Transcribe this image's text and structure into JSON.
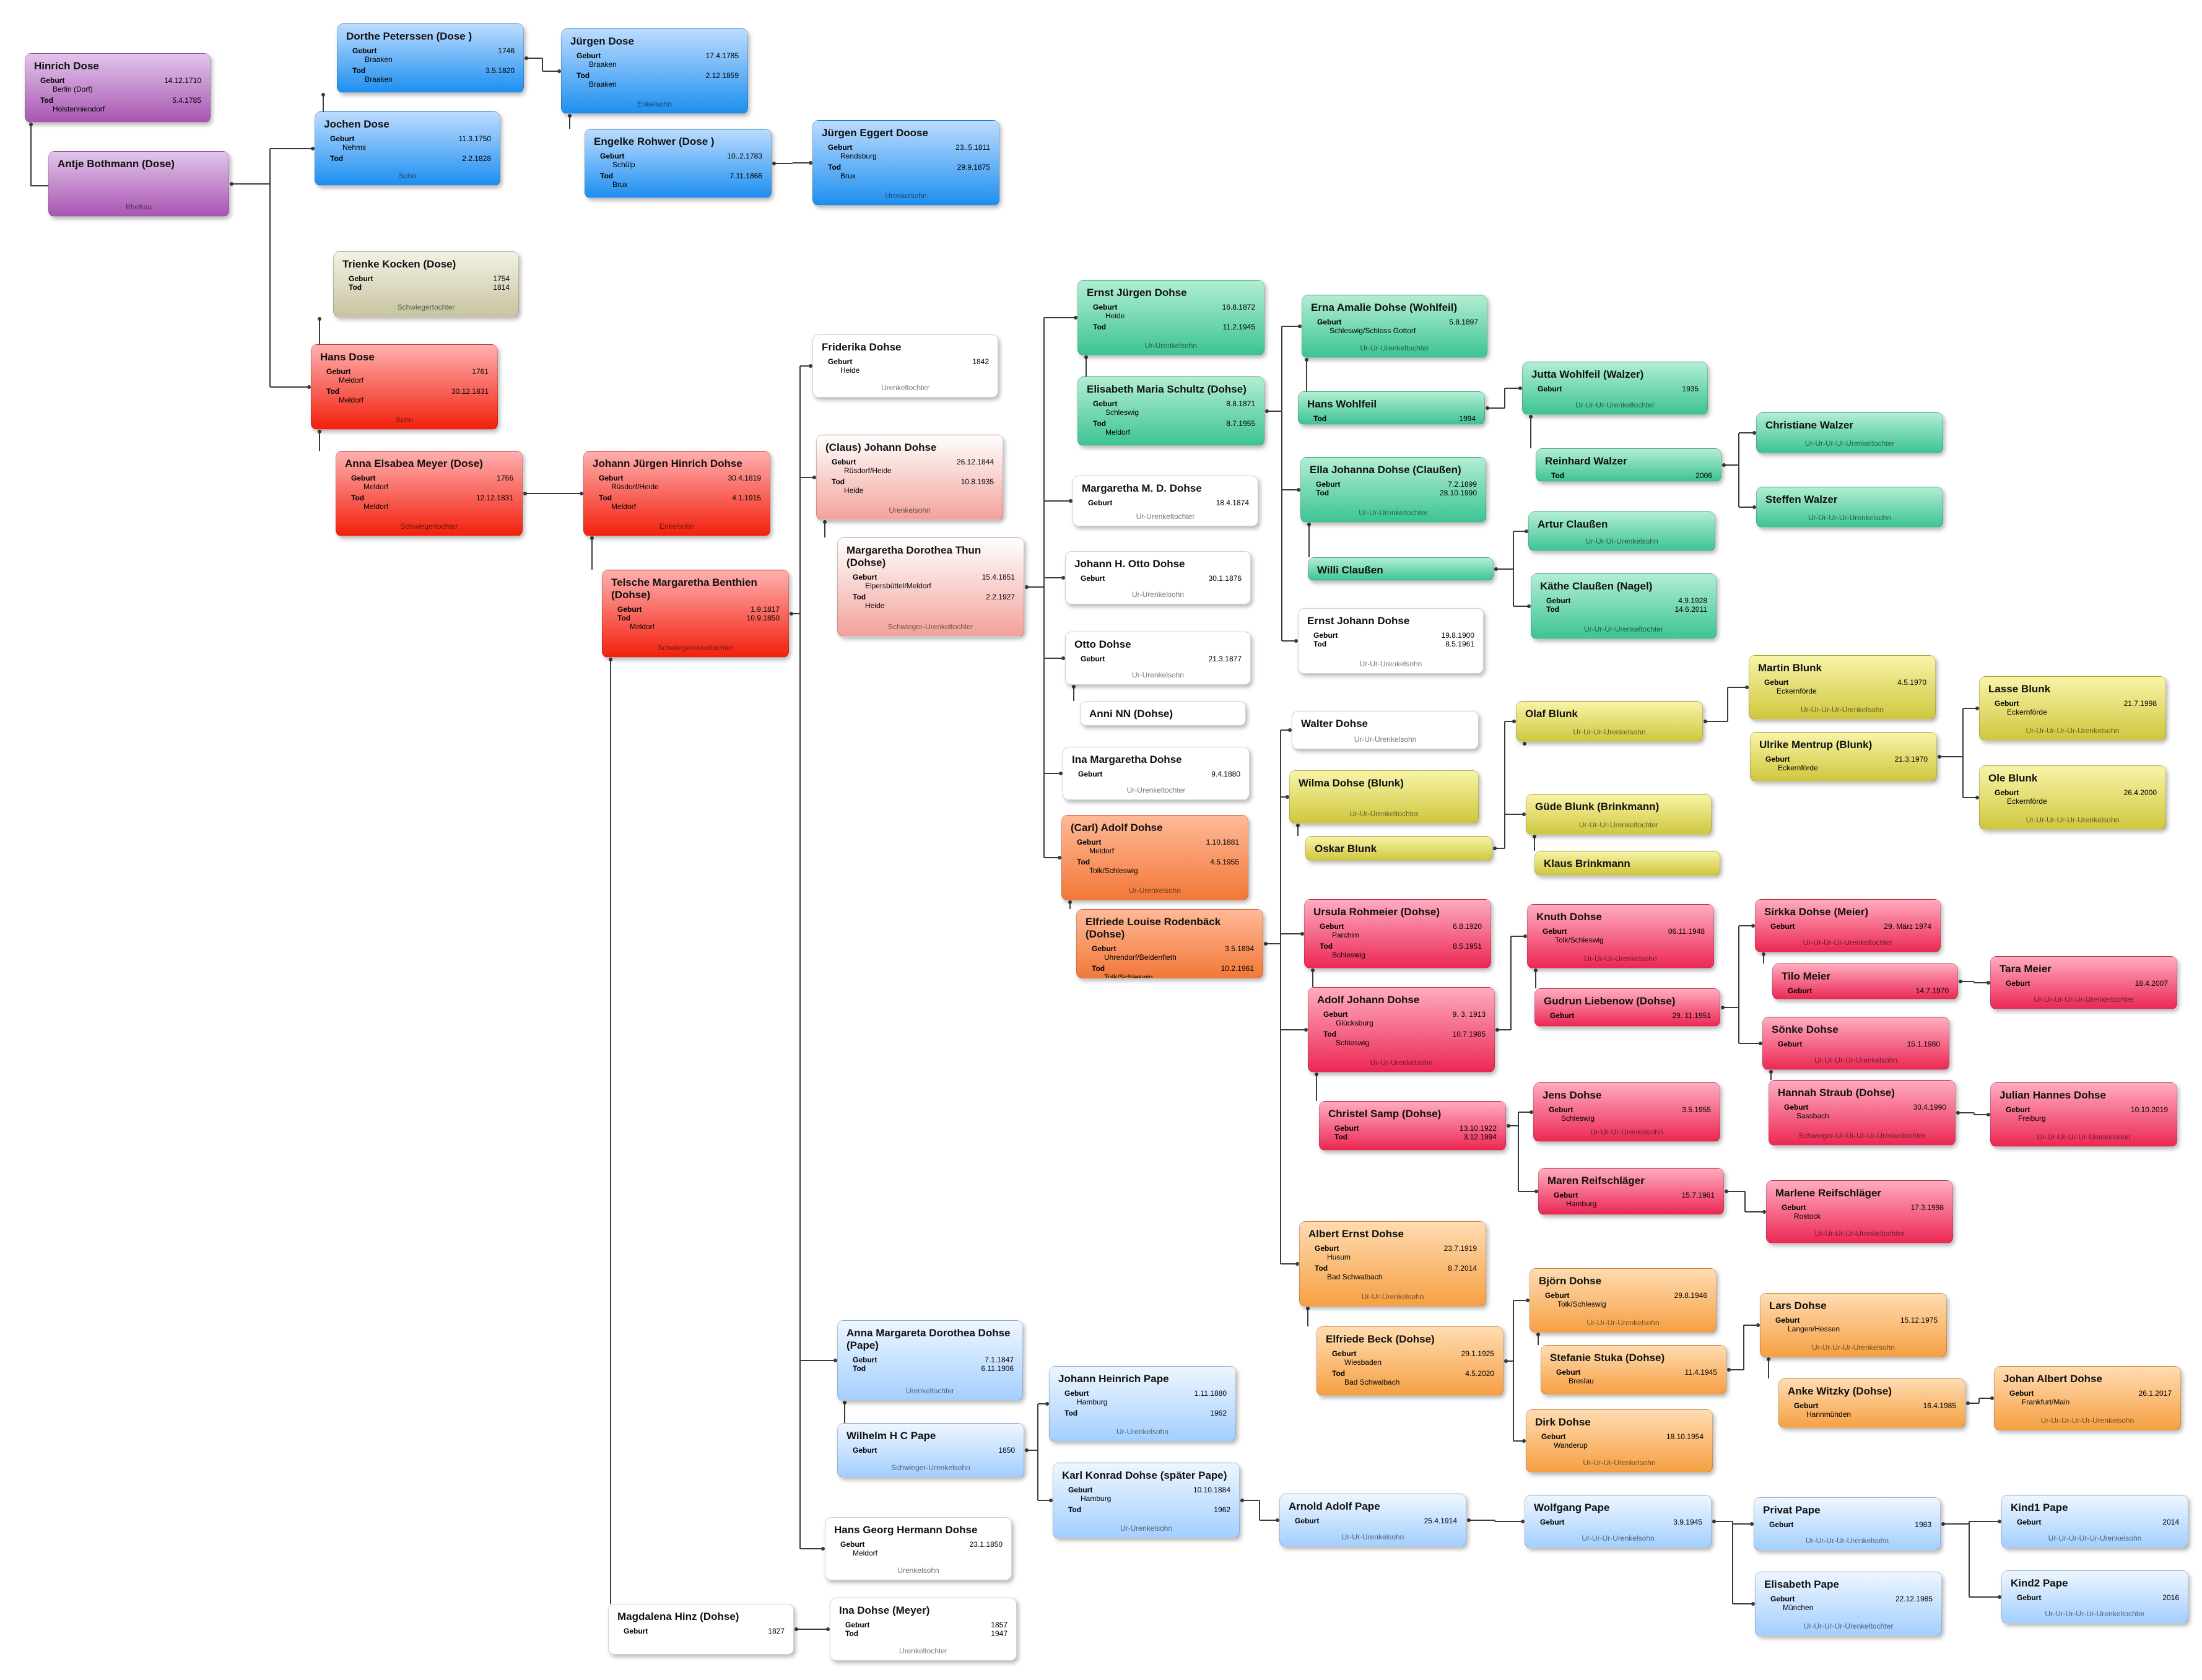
{
  "labels": {
    "birth": "Geburt",
    "death": "Tod"
  },
  "people": [
    {
      "id": "hinrich",
      "name": "Hinrich  Dose",
      "b_date": "14.12.1710",
      "b_place": "Berlin (Dorf)",
      "d_date": "5.4.1785",
      "d_place": "Holstenniendorf",
      "role": "",
      "color": "purple"
    },
    {
      "id": "antje",
      "name": "Antje  Bothmann (Dose)",
      "role": "Ehefrau",
      "color": "purple"
    },
    {
      "id": "dorthe",
      "name": "Dorthe Peterssen (Dose )",
      "b_date": "1746",
      "b_place": "Braaken",
      "d_date": "3.5.1820",
      "d_place": "Braaken",
      "role": "",
      "color": "blue"
    },
    {
      "id": "jochen",
      "name": "Jochen Dose",
      "b_date": "11.3.1750",
      "b_place": "Nehms",
      "d_date": "2.2.1828",
      "role": "Sohn",
      "color": "blue"
    },
    {
      "id": "juergen",
      "name": "Jürgen Dose",
      "b_date": "17.4.1785",
      "b_place": "Braaken",
      "d_date": "2.12.1859",
      "d_place": "Braaken",
      "role": "Enkelsohn",
      "color": "blue"
    },
    {
      "id": "engelke",
      "name": "Engelke Rohwer (Dose )",
      "b_date": "10..2.1783",
      "b_place": "Schülp",
      "d_date": "7.11.1866",
      "d_place": "Brux",
      "role": "",
      "color": "blue"
    },
    {
      "id": "jedoose",
      "name": "Jürgen Eggert Doose",
      "b_date": "23..5.1811",
      "b_place": "Rendsburg",
      "d_date": "29.9.1875",
      "d_place": "Brux",
      "role": "Urenkelsohn",
      "color": "blue"
    },
    {
      "id": "trienke",
      "name": "Trienke Kocken (Dose)",
      "b_date": "1754",
      "d_date": "1814",
      "role": "Schwiegertochter",
      "color": "khaki"
    },
    {
      "id": "hans",
      "name": "Hans Dose",
      "b_date": "1761",
      "b_place": "Meldorf",
      "d_date": "30.12.1831",
      "d_place": "Meldorf",
      "role": "Sohn",
      "color": "red"
    },
    {
      "id": "annael",
      "name": "Anna Elsabea Meyer (Dose)",
      "b_date": "1766",
      "b_place": "Meldorf",
      "d_date": "12.12.1831",
      "d_place": "Meldorf",
      "role": "Schwiegertochter",
      "color": "red"
    },
    {
      "id": "jjhd",
      "name": "Johann Jürgen Hinrich Dohse",
      "b_date": "30.4.1819",
      "b_place": "Rüsdorf/Heide",
      "d_date": "4.1.1915",
      "d_place": "Meldorf",
      "role": "Enkelsohn",
      "color": "red"
    },
    {
      "id": "telsche",
      "name": "Telsche Margaretha Benthien (Dohse)",
      "b_date": "1.9.1817",
      "d_date": "10.9.1850",
      "d_place": "Meldorf",
      "role": "Schwiegerenkeltochter",
      "color": "red"
    },
    {
      "id": "friderika",
      "name": "Friderika Dohse",
      "b_date": "1842",
      "b_place": "Heide",
      "role": "Urenkeltochter",
      "color": "white"
    },
    {
      "id": "claus",
      "name": "(Claus) Johann  Dohse",
      "b_date": "26.12.1844",
      "b_place": "Rüsdorf/Heide",
      "d_date": "10.8.1935",
      "d_place": "Heide",
      "role": "Urenkelsohn",
      "color": "pink"
    },
    {
      "id": "mdthun",
      "name": "Margaretha Dorothea  Thun (Dohse)",
      "b_date": "15.4.1851",
      "b_place": "Elpersbüttel/Meldorf",
      "d_date": "2.2.1927",
      "d_place": "Heide",
      "role": "Schwieger-Urenkeltochter",
      "color": "pink"
    },
    {
      "id": "amdp",
      "name": "Anna Margareta Dorothea Dohse (Pape)",
      "b_date": "7.1.1847",
      "d_date": "6.11.1906",
      "role": "Urenkeltochter",
      "color": "lblue"
    },
    {
      "id": "wilhelm",
      "name": "Wilhelm H C Pape",
      "b_date": "1850",
      "role": "Schwieger-Urenkelsohn",
      "color": "lblue"
    },
    {
      "id": "hghd",
      "name": "Hans Georg Hermann Dohse",
      "b_date": "23.1.1850",
      "b_place": "Meldorf",
      "role": "Urenkelsohn",
      "color": "white"
    },
    {
      "id": "magdalena",
      "name": "Magdalena  Hinz (Dohse)",
      "b_date": "1827",
      "role": "",
      "color": "white"
    },
    {
      "id": "ina_meyer",
      "name": "Ina Dohse (Meyer)",
      "b_date": "1857",
      "d_date": "1947",
      "role": "Urenkeltochter",
      "color": "white"
    },
    {
      "id": "ejd",
      "name": "Ernst Jürgen Dohse",
      "b_date": "16.8.1872",
      "b_place": "Heide",
      "d_date": "11.2.1945",
      "role": "Ur-Urenkelsohn",
      "color": "green"
    },
    {
      "id": "ems",
      "name": "Elisabeth Maria  Schultz (Dohse)",
      "b_date": "8.8.1871",
      "b_place": "Schleswig",
      "d_date": "8.7.1955",
      "d_place": "Meldorf",
      "role": "",
      "color": "green"
    },
    {
      "id": "mmd",
      "name": "Margaretha M. D. Dohse",
      "b_date": "18.4.1874",
      "role": "Ur-Urenkeltochter",
      "color": "white"
    },
    {
      "id": "jhod",
      "name": "Johann H. Otto Dohse",
      "b_date": "30.1.1876",
      "role": "Ur-Urenkelsohn",
      "color": "white"
    },
    {
      "id": "otto",
      "name": "Otto Dohse",
      "b_date": "21.3.1877",
      "role": "Ur-Urenkelsohn",
      "color": "white"
    },
    {
      "id": "anni",
      "name": "Anni NN (Dohse)",
      "color": "white"
    },
    {
      "id": "inam",
      "name": "Ina Margaretha Dohse",
      "b_date": "9.4.1880",
      "role": "Ur-Urenkeltochter",
      "color": "white"
    },
    {
      "id": "carl",
      "name": "(Carl) Adolf Dohse",
      "b_date": "1.10.1881",
      "b_place": "Meldorf",
      "d_date": "4.5.1955",
      "d_place": "Tolk/Schleswig",
      "role": "Ur-Urenkelsohn",
      "color": "orange"
    },
    {
      "id": "elfriede_r",
      "name": "Elfriede Louise Rodenbäck (Dohse)",
      "b_date": "3.5.1894",
      "b_place": "Uhrendorf/Beidenfleth",
      "d_date": "10.2.1961",
      "d_place": "Tolk/Schleswig",
      "role": "",
      "color": "orange"
    },
    {
      "id": "jhp",
      "name": "Johann Heinrich Pape",
      "b_date": "1.11.1880",
      "b_place": "Hamburg",
      "d_date": "1962",
      "role": "Ur-Urenkelsohn",
      "color": "lblue"
    },
    {
      "id": "kkd",
      "name": "Karl Konrad Dohse (später Pape)",
      "b_date": "10.10.1884",
      "b_place": "Hamburg",
      "d_date": "1962",
      "role": "Ur-Urenkelsohn",
      "color": "lblue"
    },
    {
      "id": "erna",
      "name": "Erna Amalie Dohse (Wohlfeil)",
      "b_date": "5.8.1897",
      "b_place": "Schleswig/Schloss Gottorf",
      "role": "Ur-Ur-Urenkeltochter",
      "color": "green"
    },
    {
      "id": "hansw",
      "name": "Hans Wohlfeil",
      "d_date": "1994",
      "color": "green"
    },
    {
      "id": "ella",
      "name": "Ella Johanna Dohse (Claußen)",
      "b_date": "7.2.1899",
      "d_date": "28.10.1990",
      "role": "Ur-Ur-Urenkeltochter",
      "color": "green"
    },
    {
      "id": "willi",
      "name": "Willi Claußen",
      "color": "green"
    },
    {
      "id": "ernst_j",
      "name": "Ernst Johann Dohse",
      "b_date": "19.8.1900",
      "d_date": "8.5.1961",
      "role": "Ur-Ur-Urenkelsohn",
      "color": "white"
    },
    {
      "id": "walter",
      "name": "Walter Dohse",
      "role": "Ur-Ur-Urenkelsohn",
      "color": "white"
    },
    {
      "id": "wilma",
      "name": "Wilma Dohse (Blunk)",
      "role": "Ur-Ur-Urenkeltochter",
      "color": "yellow"
    },
    {
      "id": "oskar",
      "name": "Oskar  Blunk",
      "color": "yellow"
    },
    {
      "id": "ursula",
      "name": "Ursula Rohmeier (Dohse)",
      "b_date": "6.8.1920",
      "b_place": "Parchim",
      "d_date": "8.5.1951",
      "d_place": "Schleswig",
      "role": "",
      "color": "rose"
    },
    {
      "id": "adolfj",
      "name": "Adolf Johann Dohse",
      "b_date": "9. 3. 1913",
      "b_place": "Glücksburg",
      "d_date": "10.7.1985",
      "d_place": "Schleswig",
      "role": "Ur-Ur-Urenkelsohn",
      "color": "rose"
    },
    {
      "id": "christel",
      "name": "Christel Samp (Dohse)",
      "b_date": "13.10.1922",
      "d_date": "3.12.1994",
      "role": "",
      "color": "rose"
    },
    {
      "id": "albert",
      "name": "Albert Ernst Dohse",
      "b_date": "23.7.1919",
      "b_place": "Husum",
      "d_date": "8.7.2014",
      "d_place": "Bad Schwalbach",
      "role": "Ur-Ur-Urenkelsohn",
      "color": "apricot"
    },
    {
      "id": "elfriede_b",
      "name": "Elfriede  Beck (Dohse)",
      "b_date": "29.1.1925",
      "b_place": "Wiesbaden",
      "d_date": "4.5.2020",
      "d_place": "Bad Schwalbach",
      "role": "",
      "color": "apricot"
    },
    {
      "id": "arnold",
      "name": "Arnold Adolf Pape",
      "b_date": "25.4.1914",
      "role": "Ur-Ur-Urenkelsohn",
      "color": "lblue"
    },
    {
      "id": "jutta",
      "name": "Jutta  Wohlfeil (Walzer)",
      "b_date": "1935",
      "role": "Ur-Ur-Ur-Urenkeltochter",
      "color": "green"
    },
    {
      "id": "reinhard",
      "name": "Reinhard  Walzer",
      "d_date": "2006",
      "color": "green"
    },
    {
      "id": "artur",
      "name": "Artur Claußen",
      "role": "Ur-Ur-Ur-Urenkelsohn",
      "color": "green"
    },
    {
      "id": "kaethe",
      "name": "Käthe Claußen (Nagel)",
      "b_date": "4.9.1928",
      "d_date": "14.6.2011",
      "role": "Ur-Ur-Ur-Urenkeltochter",
      "color": "green"
    },
    {
      "id": "olaf",
      "name": "Olaf Blunk",
      "role": "Ur-Ur-Ur-Urenkelsohn",
      "color": "yellow"
    },
    {
      "id": "guede",
      "name": "Güde Blunk (Brinkmann)",
      "role": "Ur-Ur-Ur-Urenkeltochter",
      "color": "yellow"
    },
    {
      "id": "klaus",
      "name": "Klaus Brinkmann",
      "color": "yellow"
    },
    {
      "id": "knuth",
      "name": "Knuth Dohse",
      "b_date": "06.11.1948",
      "b_place": "Tolk/Schleswig",
      "role": "Ur-Ur-Ur-Urenkelsohn",
      "color": "rose"
    },
    {
      "id": "gudrun",
      "name": "Gudrun Liebenow (Dohse)",
      "b_date": "29. 11.1951",
      "color": "rose"
    },
    {
      "id": "jens",
      "name": "Jens Dohse",
      "b_date": "3.5.1955",
      "b_place": "Schleswig",
      "role": "Ur-Ur-Ur-Urenkelsohn",
      "color": "rose"
    },
    {
      "id": "maren",
      "name": "Maren Reifschläger",
      "b_date": "15.7.1961",
      "b_place": "Hamburg",
      "color": "rose"
    },
    {
      "id": "bjoern",
      "name": "Björn Dohse",
      "b_date": "29.8.1946",
      "b_place": "Tolk/Schleswig",
      "role": "Ur-Ur-Ur-Urenkelsohn",
      "color": "apricot"
    },
    {
      "id": "stefanie",
      "name": "Stefanie Stuka (Dohse)",
      "b_date": "11.4.1945",
      "b_place": "Breslau",
      "color": "apricot"
    },
    {
      "id": "dirk",
      "name": "Dirk Dohse",
      "b_date": "18.10.1954",
      "b_place": "Wanderup",
      "role": "Ur-Ur-Ur-Urenkelsohn",
      "color": "apricot"
    },
    {
      "id": "wolfgang",
      "name": "Wolfgang Pape",
      "b_date": "3.9.1945",
      "role": "Ur-Ur-Ur-Urenkelsohn",
      "color": "lblue"
    },
    {
      "id": "christiane",
      "name": "Christiane Walzer",
      "role": "Ur-Ur-Ur-Ur-Urenkeltochter",
      "color": "green"
    },
    {
      "id": "steffen",
      "name": "Steffen Walzer",
      "role": "Ur-Ur-Ur-Ur-Urenkelsohn",
      "color": "green"
    },
    {
      "id": "martin",
      "name": "Martin Blunk",
      "b_date": "4.5.1970",
      "b_place": "Eckernförde",
      "role": "Ur-Ur-Ur-Ur-Urenkelsohn",
      "color": "yellow"
    },
    {
      "id": "ulrike",
      "name": "Ulrike Mentrup (Blunk)",
      "b_date": "21.3.1970",
      "b_place": "Eckernförde",
      "color": "yellow"
    },
    {
      "id": "sirkka",
      "name": "Sirkka Dohse (Meier)",
      "b_date": "29. März 1974",
      "role": "Ur-Ur-Ur-Ur-Urenkeltochter",
      "color": "rose"
    },
    {
      "id": "tilo",
      "name": "Tilo Meier",
      "b_date": "14.7.1970",
      "color": "rose"
    },
    {
      "id": "soenke",
      "name": "Sönke Dohse",
      "b_date": "15.1.1980",
      "role": "Ur-Ur-Ur-Ur-Urenkelsohn",
      "color": "rose"
    },
    {
      "id": "hannah",
      "name": "Hannah  Straub (Dohse)",
      "b_date": "30.4.1990",
      "b_place": "Sassbach",
      "role": "Schwieger-Ur-Ur-Ur-Ur-Urenkeltochter",
      "color": "rose"
    },
    {
      "id": "marlene",
      "name": "Marlene Reifschläger",
      "b_date": "17.3.1998",
      "b_place": "Rostock",
      "role": "Ur-Ur-Ur-Ur-Urenkeltochter",
      "color": "rose"
    },
    {
      "id": "lars",
      "name": "Lars Dohse",
      "b_date": "15.12.1975",
      "b_place": "Langen/Hessen",
      "role": "Ur-Ur-Ur-Ur-Urenkelsohn",
      "color": "apricot"
    },
    {
      "id": "anke",
      "name": "Anke  Witzky (Dohse)",
      "b_date": "16.4.1985",
      "b_place": "Hannmünden",
      "color": "apricot"
    },
    {
      "id": "privat",
      "name": "Privat Pape",
      "b_date": "1983",
      "role": "Ur-Ur-Ur-Ur-Urenkelsohn",
      "color": "lblue"
    },
    {
      "id": "elisabethp",
      "name": "Elisabeth Pape",
      "b_date": "22.12.1985",
      "b_place": "München",
      "role": "Ur-Ur-Ur-Ur-Urenkeltochter",
      "color": "lblue"
    },
    {
      "id": "lasse",
      "name": "Lasse Blunk",
      "b_date": "21.7.1998",
      "b_place": "Eckernförde",
      "role": "Ur-Ur-Ur-Ur-Ur-Urenkelsohn",
      "color": "yellow"
    },
    {
      "id": "ole",
      "name": "Ole Blunk",
      "b_date": "26.4.2000",
      "b_place": "Eckernförde",
      "role": "Ur-Ur-Ur-Ur-Ur-Urenkelsohn",
      "color": "yellow"
    },
    {
      "id": "tara",
      "name": "Tara Meier",
      "b_date": "18.4.2007",
      "role": "Ur-Ur-Ur-Ur-Ur-Urenkeltochter",
      "color": "rose"
    },
    {
      "id": "julian",
      "name": "Julian Hannes Dohse",
      "b_date": "10.10.2019",
      "b_place": "Freiburg",
      "role": "Ur-Ur-Ur-Ur-Ur-Urenkelsohn",
      "color": "rose"
    },
    {
      "id": "johan",
      "name": "Johan Albert Dohse",
      "b_date": "26.1.2017",
      "b_place": "Frankfurt/Main",
      "role": "Ur-Ur-Ur-Ur-Ur-Urenkelsohn",
      "color": "apricot"
    },
    {
      "id": "kind1",
      "name": "Kind1 Pape",
      "b_date": "2014",
      "role": "Ur-Ur-Ur-Ur-Ur-Urenkelsohn",
      "color": "lblue"
    },
    {
      "id": "kind2",
      "name": "Kind2 Pape",
      "b_date": "2016",
      "role": "Ur-Ur-Ur-Ur-Ur-Urenkeltochter",
      "color": "lblue"
    }
  ]
}
